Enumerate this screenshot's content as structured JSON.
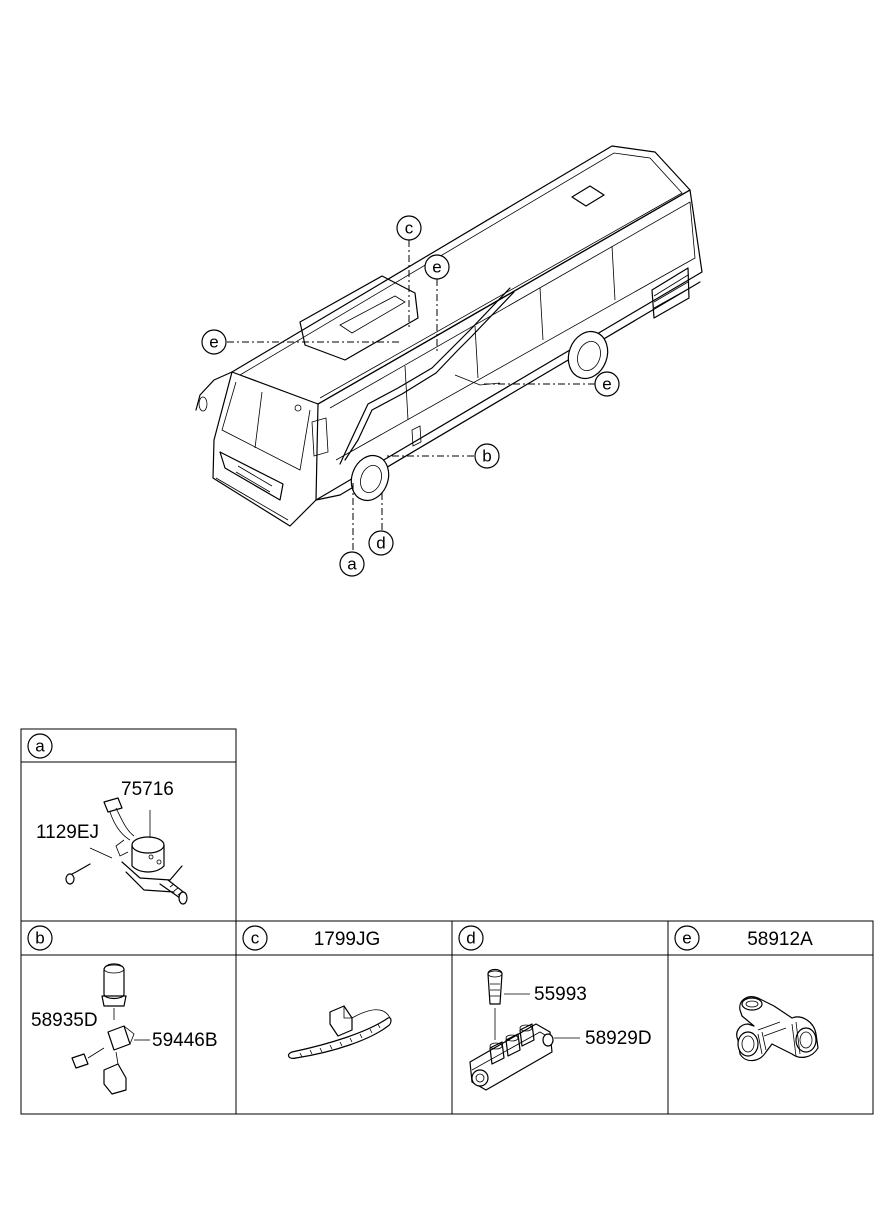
{
  "overview": {
    "callouts": [
      {
        "id": "c",
        "label": "c"
      },
      {
        "id": "e_top",
        "label": "e"
      },
      {
        "id": "e_left",
        "label": "e"
      },
      {
        "id": "e_right",
        "label": "e"
      },
      {
        "id": "b",
        "label": "b"
      },
      {
        "id": "d",
        "label": "d"
      },
      {
        "id": "a",
        "label": "a"
      }
    ]
  },
  "cells": {
    "a": {
      "letter": "a",
      "header_part": "",
      "parts": [
        "75716",
        "1129EJ"
      ]
    },
    "b": {
      "letter": "b",
      "header_part": "",
      "parts": [
        "58935D",
        "59446B"
      ]
    },
    "c": {
      "letter": "c",
      "header_part": "1799JG",
      "parts": []
    },
    "d": {
      "letter": "d",
      "header_part": "",
      "parts": [
        "55993",
        "58929D"
      ]
    },
    "e": {
      "letter": "e",
      "header_part": "58912A",
      "parts": []
    }
  }
}
